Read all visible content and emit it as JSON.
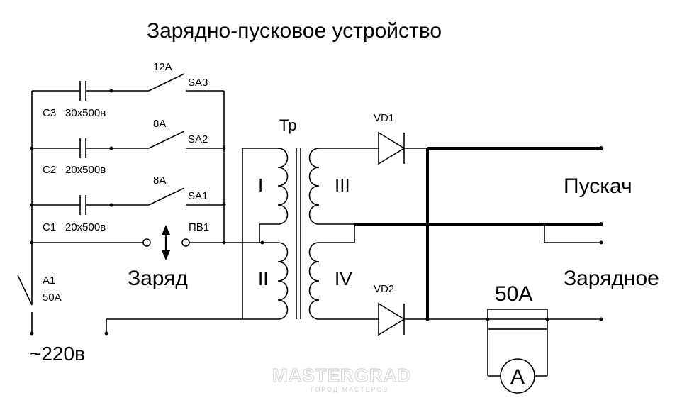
{
  "title": "Зарядно-пусковое устройство",
  "capacitors": [
    {
      "name": "C3",
      "value": "30x500в"
    },
    {
      "name": "C2",
      "value": "20x500в"
    },
    {
      "name": "C1",
      "value": "20x500в"
    }
  ],
  "switches": [
    {
      "name": "SA3",
      "current": "12A"
    },
    {
      "name": "SA2",
      "current": "8A"
    },
    {
      "name": "SA1",
      "current": "8A"
    }
  ],
  "breaker": {
    "name": "A1",
    "rating": "50A"
  },
  "mode_switch": {
    "name": "ПВ1",
    "mode_label": "Заряд"
  },
  "supply": "~220в",
  "transformer": {
    "name": "Тр",
    "windings": [
      "I",
      "II",
      "III",
      "IV"
    ]
  },
  "diodes": [
    "VD1",
    "VD2"
  ],
  "outputs": {
    "start": "Пускач",
    "charge": "Зарядное"
  },
  "ammeter": {
    "range": "50A",
    "symbol": "A"
  },
  "watermark": {
    "main": "MASTERGRAD",
    "sub": "ГОРОД МАСТЕРОВ"
  }
}
